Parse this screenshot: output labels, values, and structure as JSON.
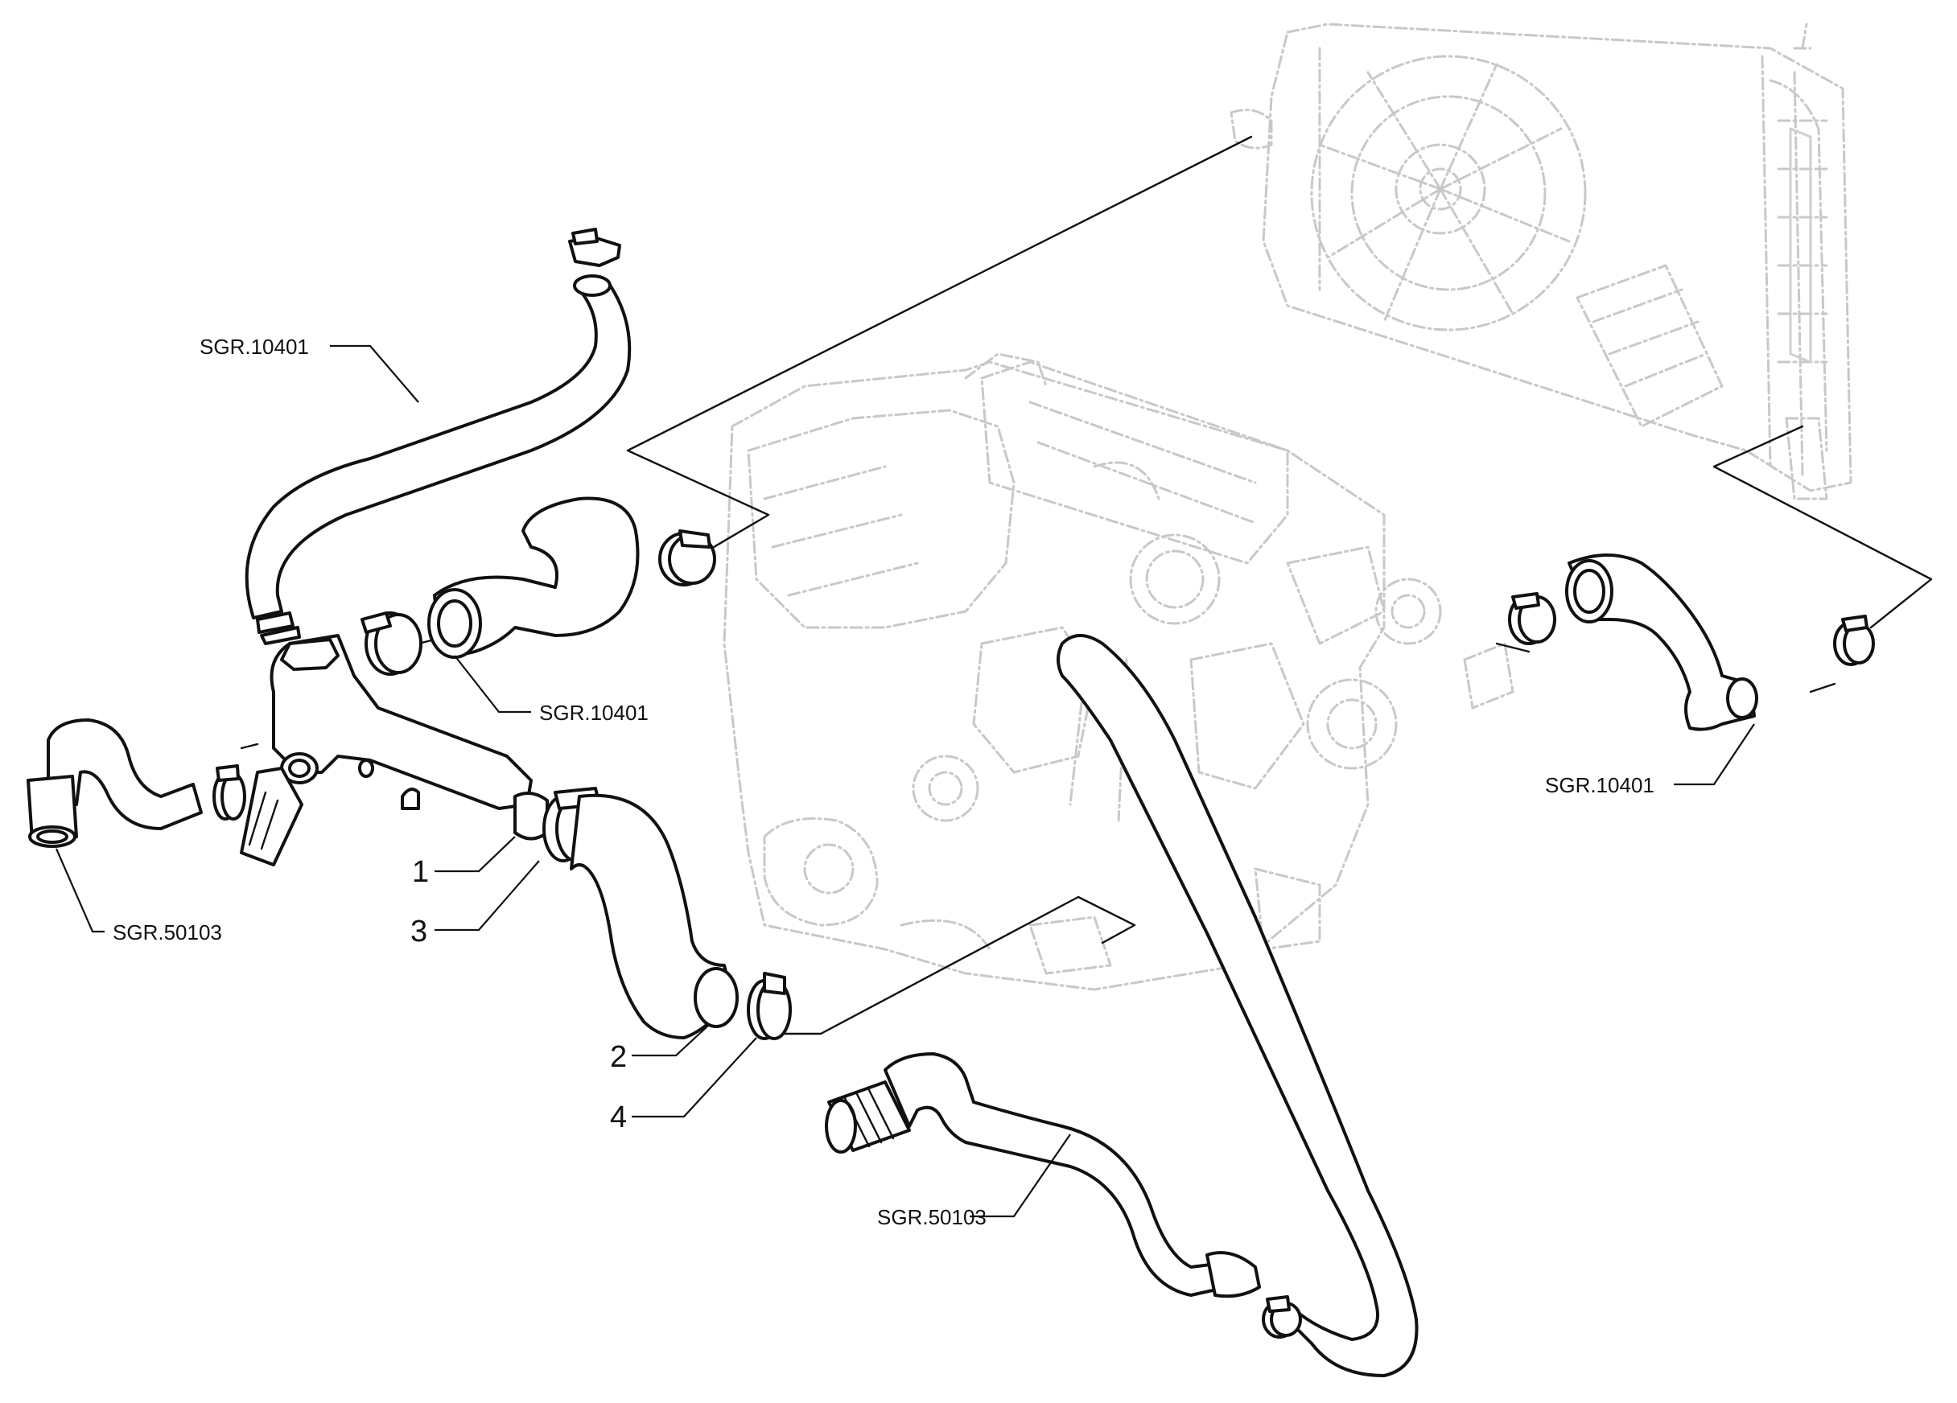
{
  "callouts": [
    {
      "id": "sgr-top",
      "text": "SGR.10401"
    },
    {
      "id": "sgr-mid",
      "text": "SGR.10401"
    },
    {
      "id": "sgr-right",
      "text": "SGR.10401"
    },
    {
      "id": "sgr-left",
      "text": "SGR.50103"
    },
    {
      "id": "sgr-bottom",
      "text": "SGR.50103"
    },
    {
      "id": "num-1",
      "text": "1"
    },
    {
      "id": "num-3",
      "text": "3"
    },
    {
      "id": "num-2",
      "text": "2"
    },
    {
      "id": "num-4",
      "text": "4"
    }
  ]
}
